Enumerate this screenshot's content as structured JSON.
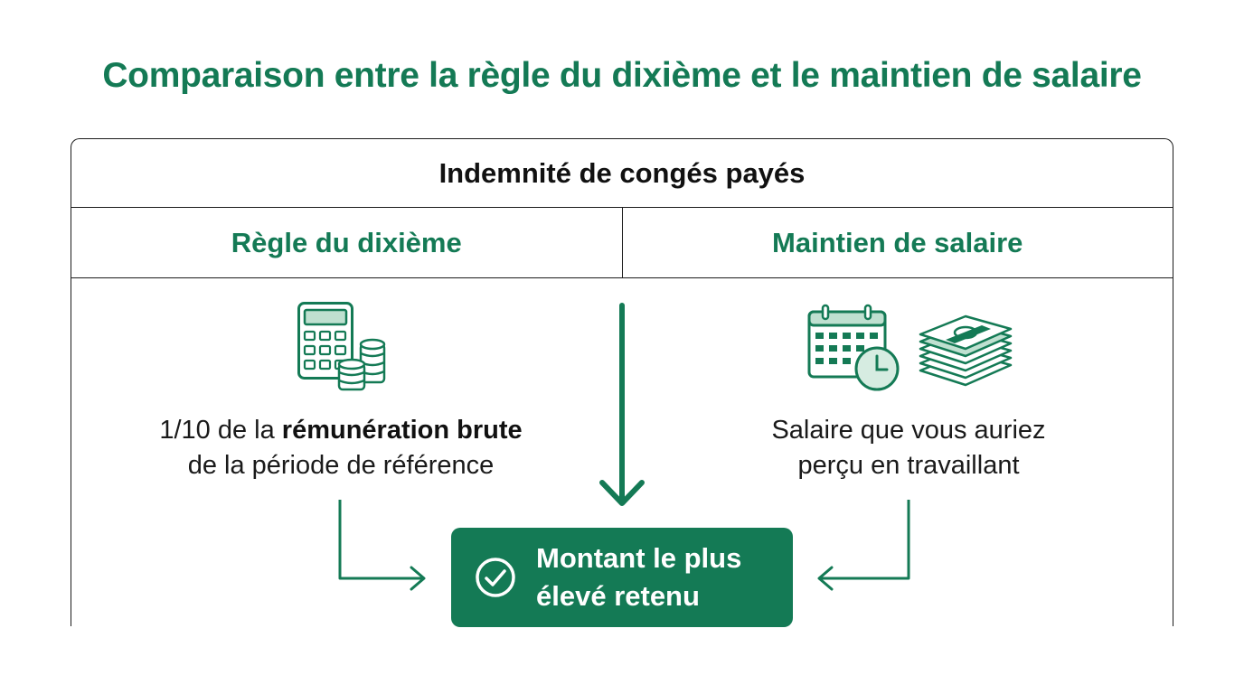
{
  "title": "Comparaison entre la règle du dixième et le maintien de salaire",
  "table": {
    "header": "Indemnité de congés payés",
    "left": {
      "heading": "Règle du dixième",
      "desc_line1_pre": "1/10 de la ",
      "desc_line1_bold": "rémunération brute",
      "desc_line2": "de la période de référence",
      "icons": [
        "calculator-icon",
        "coin-stack-icon"
      ]
    },
    "right": {
      "heading": "Maintien de salaire",
      "desc_line1": "Salaire que vous auriez",
      "desc_line2": "perçu en travaillant",
      "icons": [
        "calendar-clock-icon",
        "money-stack-icon"
      ]
    }
  },
  "result": {
    "line1": "Montant le plus",
    "line2": "élevé retenu",
    "icon": "check-circle-icon"
  },
  "colors": {
    "accent": "#147a55",
    "text": "#111111",
    "border": "#1c1c1c"
  }
}
